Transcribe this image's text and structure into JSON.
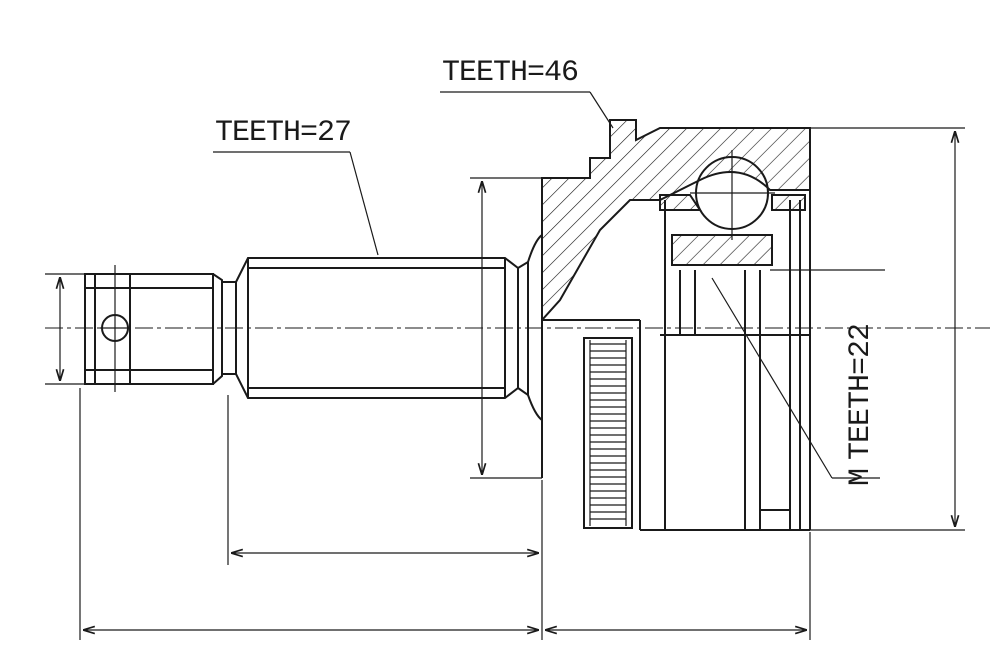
{
  "labels": {
    "teeth_shaft": "TEETH=27",
    "teeth_abs": "TEETH=46",
    "teeth_inner": "TEETH=22",
    "m_label": "M"
  },
  "colors": {
    "line": "#1a1a1a",
    "background": "#ffffff"
  }
}
